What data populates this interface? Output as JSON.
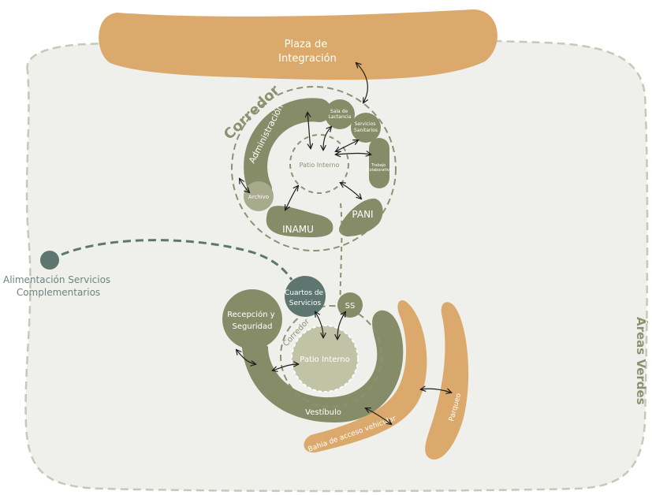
{
  "colors": {
    "background_area": "#eff0ec",
    "area_border": "#c5c9b7",
    "orange": "#dba96c",
    "olive": "#878c68",
    "olive_light": "#a8ab8b",
    "olive_pale": "#c1c3a6",
    "teal": "#5f7670",
    "teal_text": "#6c8480",
    "arrow": "#1d1d1d",
    "corridor_dash": "#8c9270"
  },
  "labels": {
    "plaza": [
      "Plaza de",
      "Integración"
    ],
    "corredor_top": "Corredor",
    "administracion": "Administración",
    "sala_lactancia": [
      "Sala de",
      "Lactancia"
    ],
    "servicios_sanitarios": [
      "Servicios",
      "Sanitarios"
    ],
    "trabajo_colaborativo": [
      "Trabajo",
      "Colaborativo"
    ],
    "patio_top": "Patio Interno",
    "archivo": "Archivo",
    "inamu": "INAMU",
    "pani": "PANI",
    "alimentacion": [
      "Alimentación Servicios",
      "Complementarios"
    ],
    "cuartos": [
      "Cuartos de",
      "Servicios"
    ],
    "ss": "SS",
    "recepcion": [
      "Recepción y",
      "Seguridad"
    ],
    "corredor_bottom": "Corredor",
    "patio_bottom": "Patio Interno",
    "vestibulo": "Vestíbulo",
    "bahia": "Bahía de acceso vehicular",
    "parqueo": "Parqueo",
    "areas_verdes": "Áreas Verdes"
  }
}
